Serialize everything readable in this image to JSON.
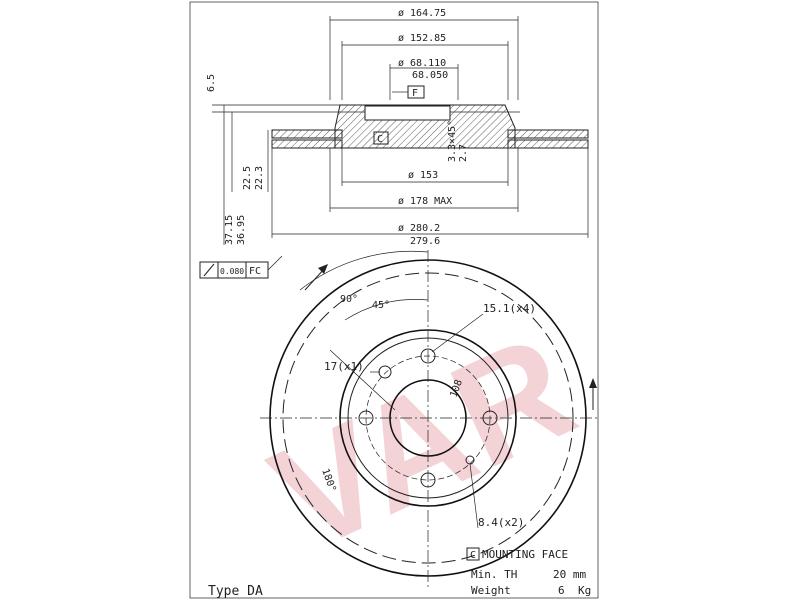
{
  "dimensions": {
    "d_outer_top": "ø 164.75",
    "d_152": "ø 152.85",
    "d_bore_max": "ø 68.110",
    "d_bore_min": "68.050",
    "h_6_5": "6.5",
    "chamfer": "3.3×45°",
    "h_2_7": "2.7",
    "h_22_5": "22.5",
    "h_22_3": "22.3",
    "h_37_15": "37.15",
    "h_36_95": "36.95",
    "d_153": "ø 153",
    "d_178": "ø 178 MAX",
    "d_280": "ø 280.2",
    "d_279": "279.6"
  },
  "datums": {
    "f": "F",
    "c": "C"
  },
  "tolerance": {
    "value": "0.080",
    "ref": "FC"
  },
  "front_view": {
    "angle_90": "90°",
    "angle_45": "45°",
    "angle_180": "180°",
    "bolt_label": "15.1(x4)",
    "hole_label": "17(x1)",
    "pcd": "108",
    "small_holes": "8.4(x2)"
  },
  "notes": {
    "mounting_box": "C",
    "mounting_face": "MOUNTING FACE",
    "min_th_label": "Min. TH",
    "min_th_value": "20 mm",
    "weight_label": "Weight",
    "weight_value": "6",
    "weight_unit": "Kg",
    "type": "Type DA"
  },
  "watermark": {
    "text": "VAR",
    "color": "#e8a0a8"
  },
  "colors": {
    "line": "#222222",
    "background": "#ffffff"
  }
}
